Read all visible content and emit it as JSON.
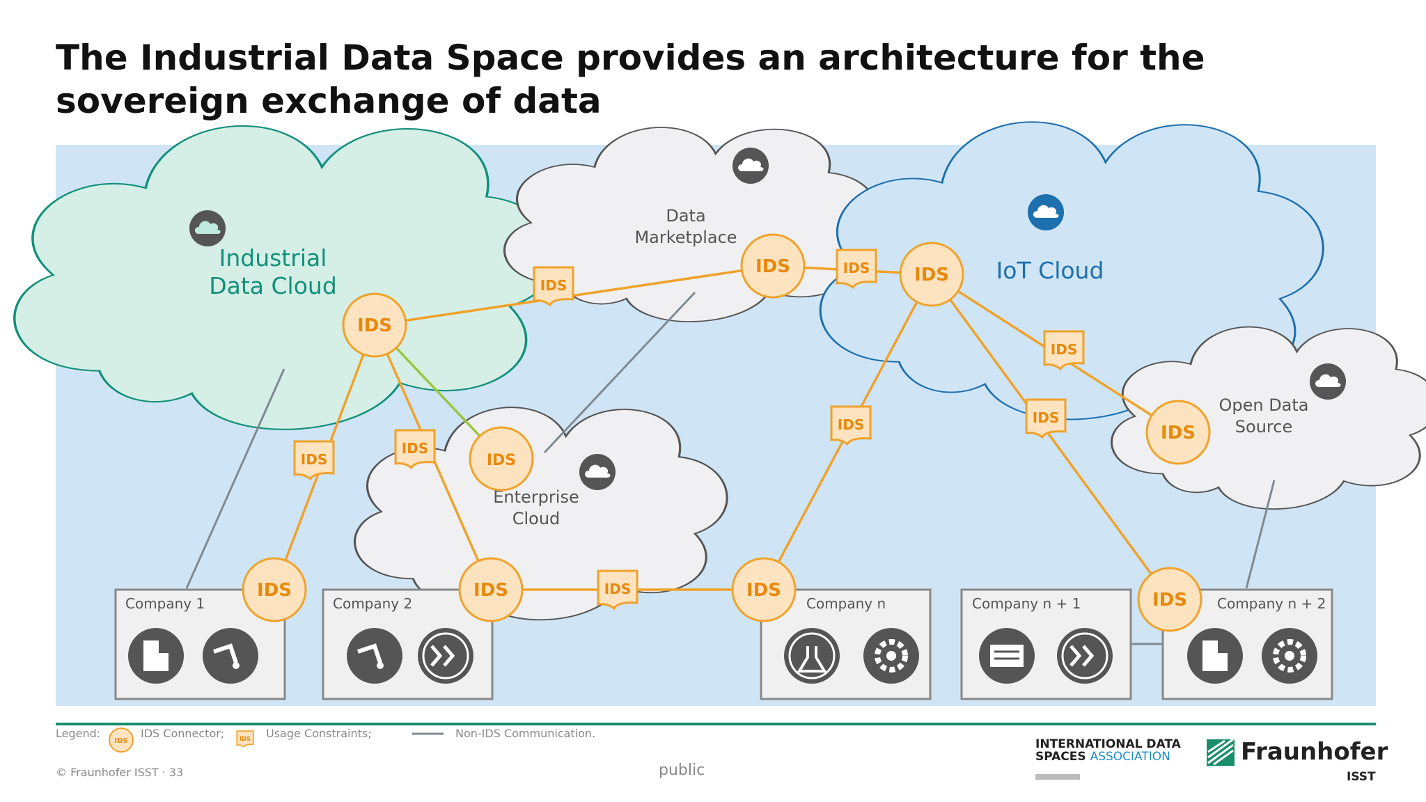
{
  "slide": {
    "title": "The Industrial Data Space provides an architecture for the sovereign exchange of data"
  },
  "connector_label": "IDS",
  "clouds": {
    "industrial": {
      "line1": "Industrial",
      "line2": "Data Cloud",
      "color": "#12907a"
    },
    "marketplace": {
      "line1": "Data",
      "line2": "Marketplace"
    },
    "iot": {
      "line1": "IoT Cloud",
      "color": "#1d6fae"
    },
    "enterprise": {
      "line1": "Enterprise",
      "line2": "Cloud"
    },
    "opendata": {
      "line1": "Open Data",
      "line2": "Source"
    }
  },
  "companies": [
    {
      "label": "Company 1",
      "icons": [
        "building-icon",
        "robot-arm-icon"
      ]
    },
    {
      "label": "Company 2",
      "icons": [
        "robot-arm-icon",
        "process-icon"
      ]
    },
    {
      "label": "Company n",
      "icons": [
        "lab-flask-icon",
        "gear-icon"
      ]
    },
    {
      "label": "Company n + 1",
      "icons": [
        "server-icon",
        "process-icon"
      ]
    },
    {
      "label": "Company n + 2",
      "icons": [
        "building-icon",
        "gear-icon"
      ]
    }
  ],
  "legend": {
    "prefix": "Legend:",
    "connector": "IDS Connector;",
    "constraints": "Usage Constraints;",
    "non_ids": "Non-IDS Communication."
  },
  "footer": {
    "copyright": "© Fraunhofer ISST · 33",
    "classification": "public",
    "idsa_line1": "INTERNATIONAL DATA",
    "idsa_line2a": "SPACES",
    "idsa_line2b": "ASSOCIATION",
    "fraunhofer": "Fraunhofer",
    "isst": "ISST"
  },
  "colors": {
    "background_panel": "#cfe5f6",
    "connector_fill": "#fde3bf",
    "connector_stroke": "#f0a22a",
    "ids_link": "#f0a22a",
    "non_ids_link": "#7f8a92",
    "special_link": "#9bc53d",
    "divider": "#1a8e6b"
  }
}
